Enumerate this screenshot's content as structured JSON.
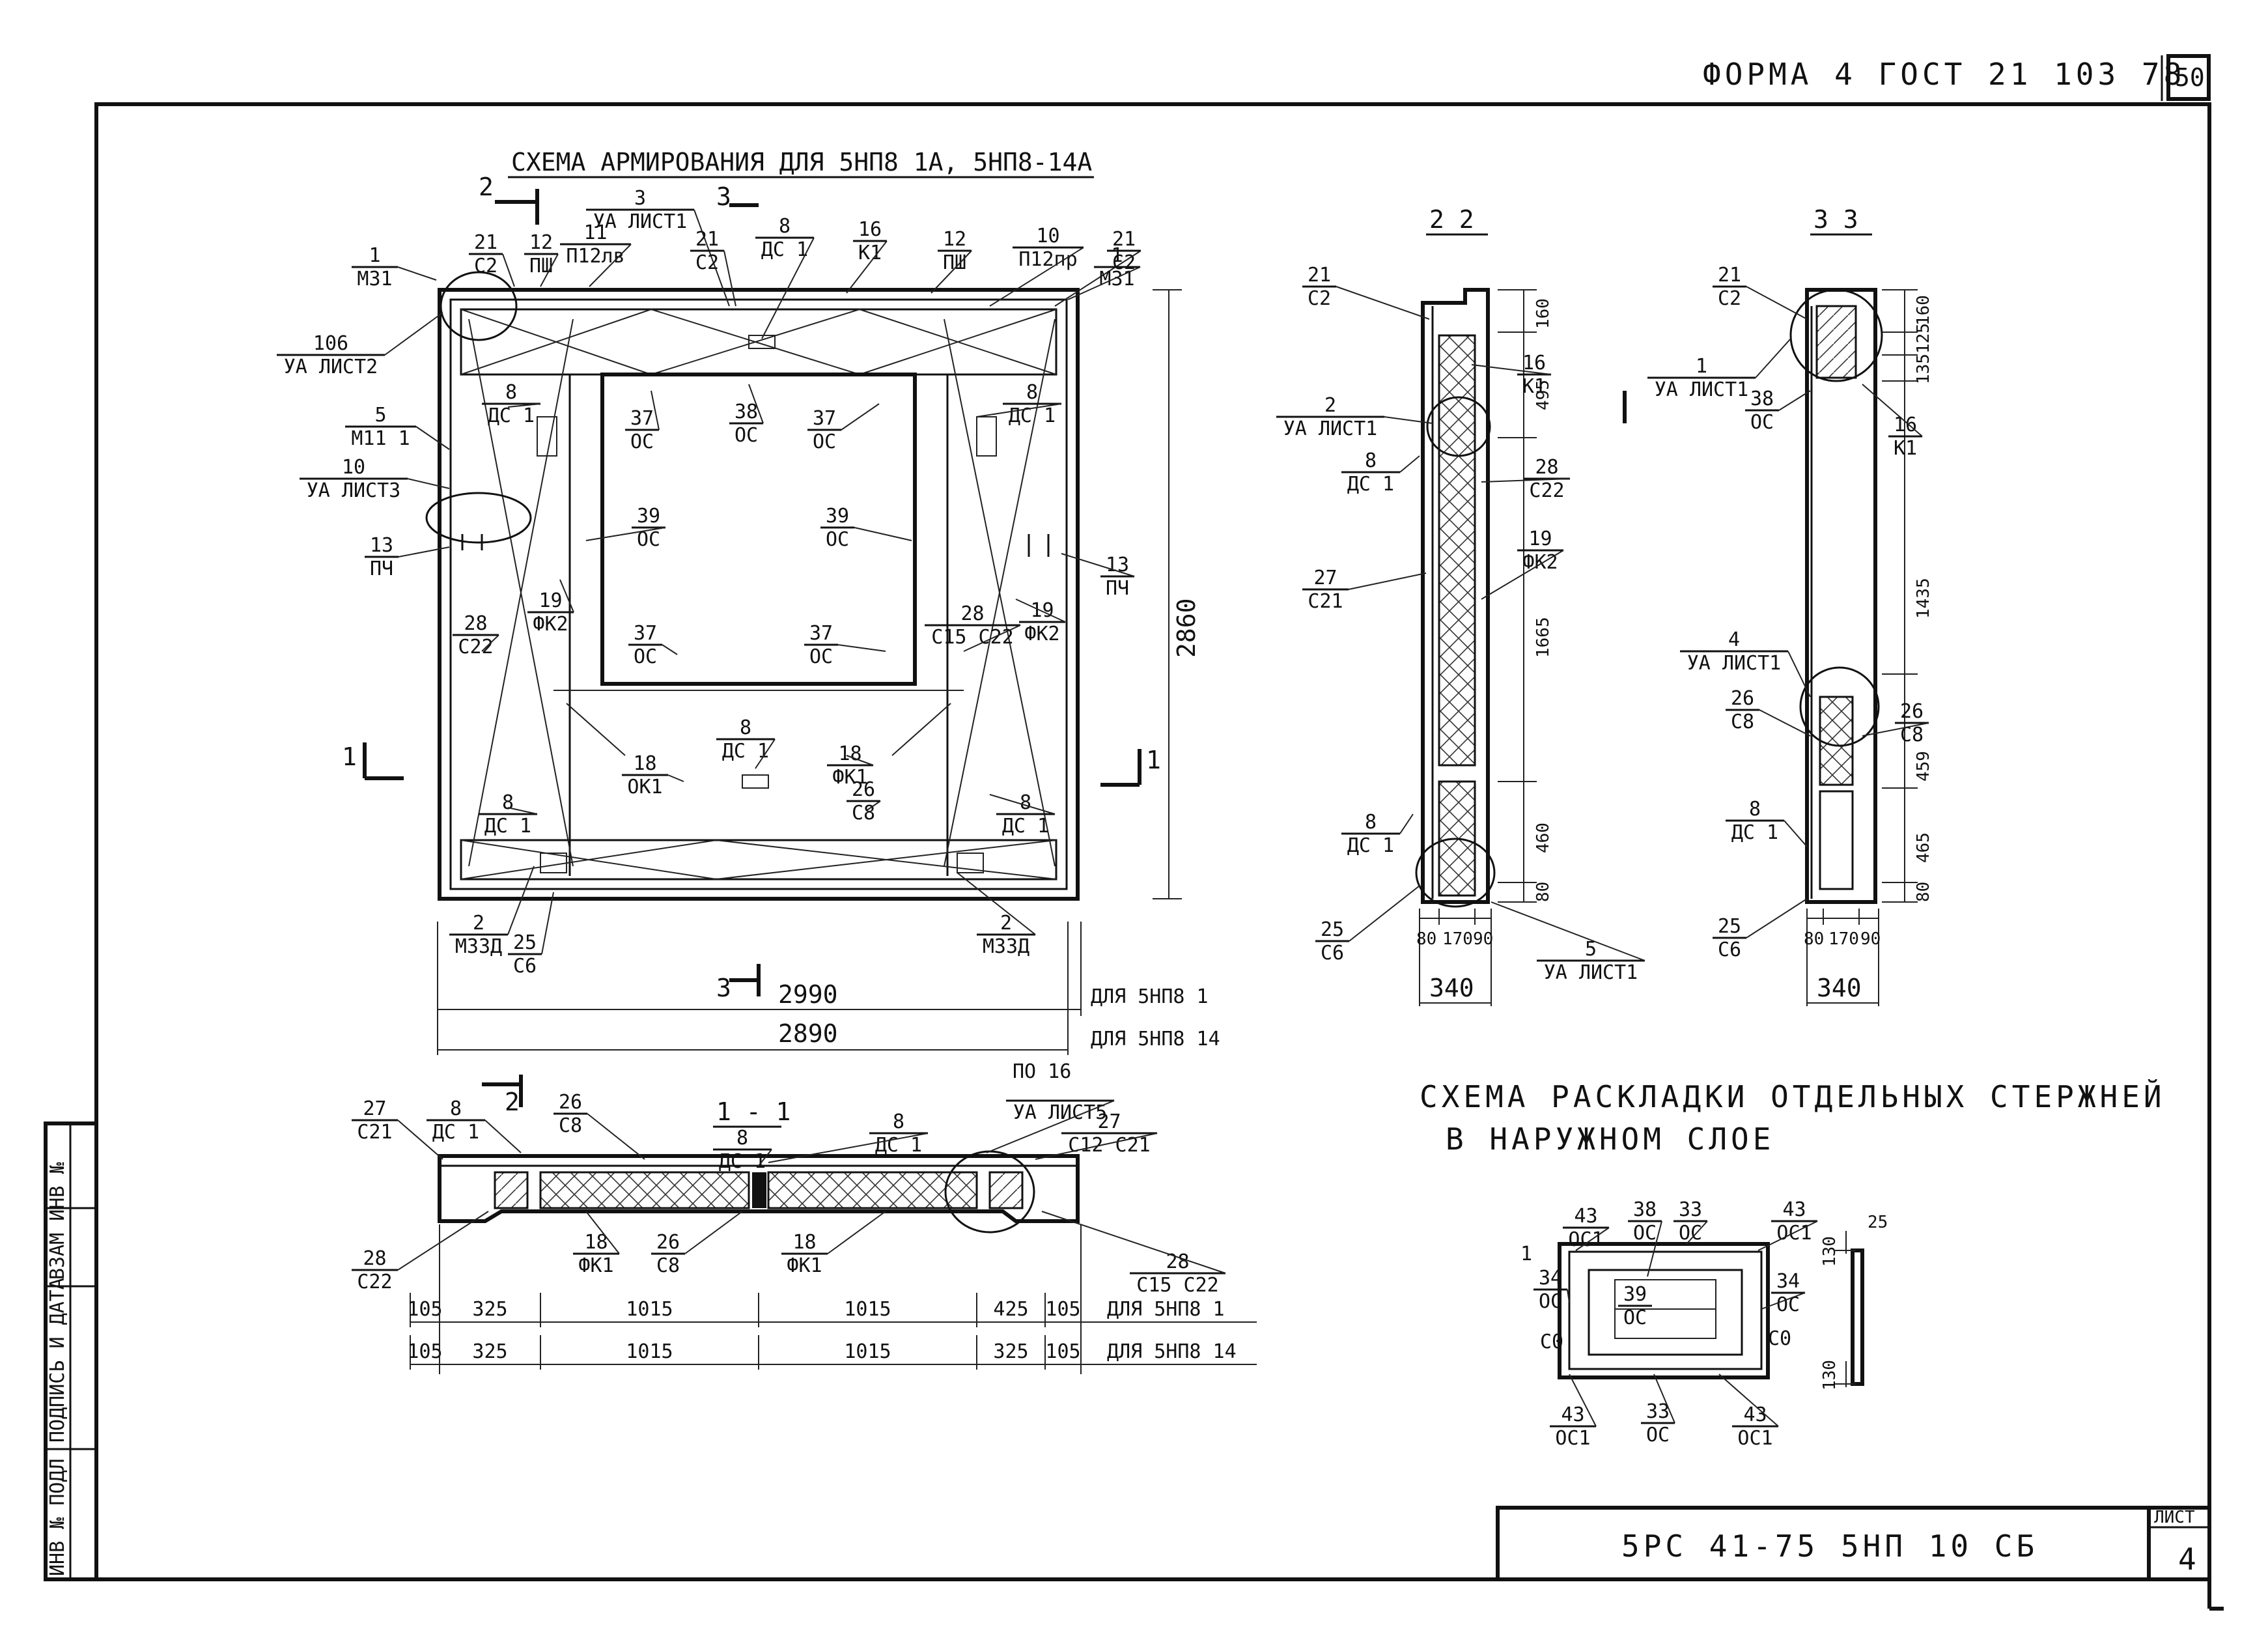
{
  "header": {
    "form_label": "ФОРМА 4 ГОСТ 21 103 78",
    "sheet_corner": "50"
  },
  "main_view": {
    "title": "СХЕМА АРМИРОВАНИЯ ДЛЯ 5НП8 1А, 5НП8-14А",
    "callouts": [
      {
        "num": "1",
        "code": "М31"
      },
      {
        "num": "106",
        "code": "УА ЛИСТ2"
      },
      {
        "num": "21",
        "code": "С2"
      },
      {
        "num": "12",
        "code": "ПШ"
      },
      {
        "num": "11",
        "code": "П12лв"
      },
      {
        "num": "3",
        "code": "УА ЛИСТ1"
      },
      {
        "num": "21",
        "code": "С2"
      },
      {
        "num": "8",
        "code": "ДС 1"
      },
      {
        "num": "16",
        "code": "К1"
      },
      {
        "num": "12",
        "code": "ПШ"
      },
      {
        "num": "10",
        "code": "П12пр"
      },
      {
        "num": "21",
        "code": "С2"
      },
      {
        "num": "1",
        "code": "М31"
      },
      {
        "num": "5",
        "code": "М11 1"
      },
      {
        "num": "10",
        "code": "УА ЛИСТ3"
      },
      {
        "num": "13",
        "code": "ПЧ"
      },
      {
        "num": "8",
        "code": "ДС 1"
      },
      {
        "num": "37",
        "code": "ОС"
      },
      {
        "num": "38",
        "code": "ОС"
      },
      {
        "num": "37",
        "code": "ОС"
      },
      {
        "num": "8",
        "code": "ДС 1"
      },
      {
        "num": "39",
        "code": "ОС"
      },
      {
        "num": "39",
        "code": "ОС"
      },
      {
        "num": "13",
        "code": "ПЧ"
      },
      {
        "num": "28",
        "code": "С22"
      },
      {
        "num": "19",
        "code": "ФК2"
      },
      {
        "num": "37",
        "code": "ОС"
      },
      {
        "num": "37",
        "code": "ОС"
      },
      {
        "num": "28",
        "code": "С15 С22"
      },
      {
        "num": "19",
        "code": "ФК2"
      },
      {
        "num": "8",
        "code": "ДС 1"
      },
      {
        "num": "18",
        "code": "ОК1"
      },
      {
        "num": "18",
        "code": "ФК1"
      },
      {
        "num": "26",
        "code": "С8"
      },
      {
        "num": "8",
        "code": "ДС 1"
      },
      {
        "num": "8",
        "code": "ДС 1"
      },
      {
        "num": "2",
        "code": "М33Д"
      },
      {
        "num": "25",
        "code": "С6"
      },
      {
        "num": "2",
        "code": "М33Д"
      }
    ],
    "section_marks": {
      "s2": "2",
      "s3": "3",
      "s1": "1"
    },
    "dim_height": "2860",
    "dim_width_1": "2990",
    "dim_width_1_note": "ДЛЯ 5НП8 1",
    "dim_width_2": "2890",
    "dim_width_2_note": "ДЛЯ 5НП8 14"
  },
  "section_2_2": {
    "title": "2 2",
    "callouts": [
      {
        "num": "21",
        "code": "С2"
      },
      {
        "num": "16",
        "code": "К1"
      },
      {
        "num": "2",
        "code": "УА ЛИСТ1"
      },
      {
        "num": "8",
        "code": "ДС 1"
      },
      {
        "num": "28",
        "code": "С22"
      },
      {
        "num": "19",
        "code": "ФК2"
      },
      {
        "num": "27",
        "code": "С21"
      },
      {
        "num": "8",
        "code": "ДС 1"
      },
      {
        "num": "25",
        "code": "С6"
      },
      {
        "num": "5",
        "code": "УА ЛИСТ1"
      }
    ],
    "vdims": [
      "160",
      "495",
      "1665",
      "460",
      "80"
    ],
    "hdims": [
      "80",
      "170",
      "90"
    ],
    "total": "340"
  },
  "section_3_3": {
    "title": "3 3",
    "callouts": [
      {
        "num": "21",
        "code": "С2"
      },
      {
        "num": "1",
        "code": "УА ЛИСТ1"
      },
      {
        "num": "38",
        "code": "ОС"
      },
      {
        "num": "16",
        "code": "К1"
      },
      {
        "num": "4",
        "code": "УА ЛИСТ1"
      },
      {
        "num": "26",
        "code": "С8"
      },
      {
        "num": "26",
        "code": "С8"
      },
      {
        "num": "8",
        "code": "ДС 1"
      },
      {
        "num": "25",
        "code": "С6"
      }
    ],
    "vdims": [
      "160",
      "125",
      "135",
      "1435",
      "459",
      "465",
      "80"
    ],
    "hdims": [
      "80",
      "170",
      "90"
    ],
    "total": "340"
  },
  "section_1_1": {
    "title": "1 - 1",
    "ref_top": "ПО 16",
    "callouts": [
      {
        "num": "27",
        "code": "С21"
      },
      {
        "num": "8",
        "code": "ДС 1"
      },
      {
        "num": "26",
        "code": "С8"
      },
      {
        "num": "8",
        "code": "ДС 1"
      },
      {
        "num": "8",
        "code": "ДС 1"
      },
      {
        "num": "",
        "code": "УА ЛИСТ5"
      },
      {
        "num": "27",
        "code": "С12 С21"
      },
      {
        "num": "28",
        "code": "С22"
      },
      {
        "num": "18",
        "code": "ФК1"
      },
      {
        "num": "26",
        "code": "С8"
      },
      {
        "num": "18",
        "code": "ФК1"
      },
      {
        "num": "28",
        "code": "С15 С22"
      }
    ],
    "row1": [
      "105",
      "325",
      "1015",
      "1015",
      "425",
      "105"
    ],
    "row1_note": "ДЛЯ 5НП8 1",
    "row2": [
      "105",
      "325",
      "1015",
      "1015",
      "325",
      "105"
    ],
    "row2_note": "ДЛЯ 5НП8 14"
  },
  "layout_scheme": {
    "title_line1": "СХЕМА РАСКЛАДКИ ОТДЕЛЬНЫХ СТЕРЖНЕЙ",
    "title_line2": "В НАРУЖНОМ СЛОЕ",
    "callouts": [
      {
        "num": "43",
        "code": "ОС1"
      },
      {
        "num": "38",
        "code": "ОС"
      },
      {
        "num": "33",
        "code": "ОС"
      },
      {
        "num": "43",
        "code": "ОС1"
      },
      {
        "num": "34",
        "code": "ОС"
      },
      {
        "num": "39",
        "code": "ОС"
      },
      {
        "num": "34",
        "code": "ОС"
      },
      {
        "num": "43",
        "code": "ОС1"
      },
      {
        "num": "33",
        "code": "ОС"
      },
      {
        "num": "43",
        "code": "ОС1"
      }
    ],
    "c0_left": "С0",
    "c0_right": "С0",
    "mark_1": "1",
    "dim_130_top": "130",
    "dim_25": "25",
    "dim_130_bottom": "130"
  },
  "stamp": {
    "col1": "ИНВ № ПОДЛ",
    "col2": "ПОДПИСЬ И ДАТА",
    "col3": "ВЗАМ ИНВ №"
  },
  "title_block": {
    "code": "5РС 41-75  5НП 10 СБ",
    "sheet_label": "ЛИСТ",
    "sheet_number": "4"
  }
}
